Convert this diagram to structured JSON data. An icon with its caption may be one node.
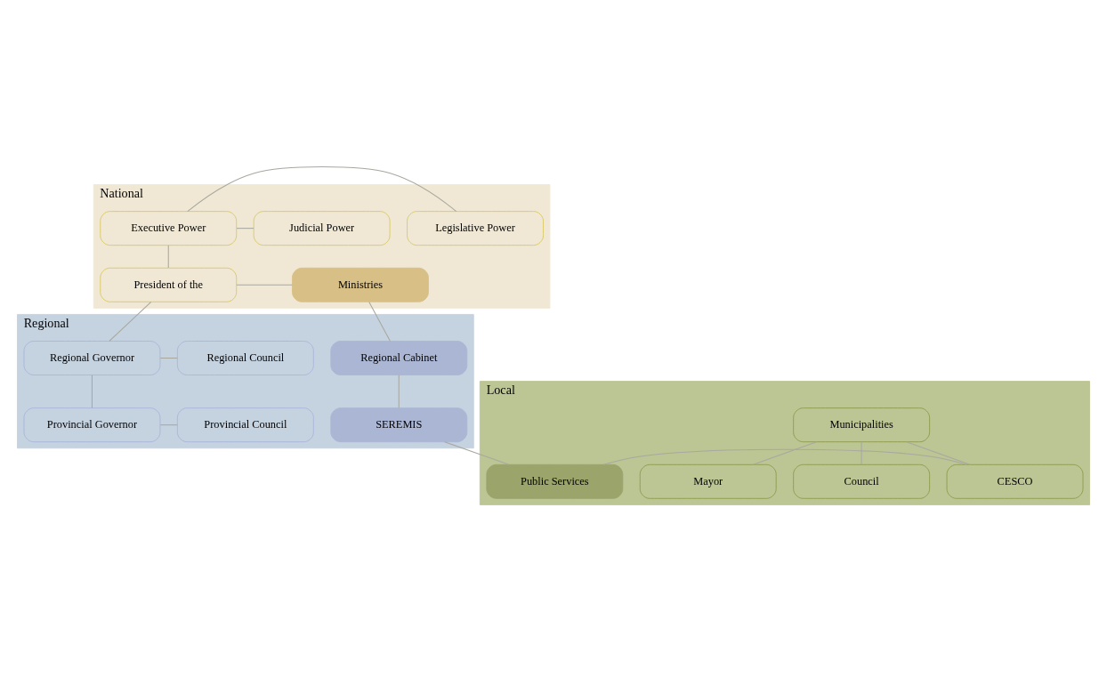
{
  "diagram": {
    "nodes": [
      {
        "text": [
          "National"
        ]
      },
      {
        "text": [
          "Legislative Power"
        ],
        "in": 0
      },
      {
        "text": [
          "Executive Power"
        ],
        "in": 0
      },
      {
        "text": [
          "Judicial Power"
        ],
        "in": 0
      },
      {
        "text": [
          "President of the"
        ],
        "in": 0
      },
      {
        "text": [
          "Ministries"
        ],
        "in": 0
      },
      {
        "text": [
          "Regional"
        ]
      },
      {
        "text": [
          "Regional Council"
        ],
        "in": 6
      },
      {
        "text": [
          "Regional Governor"
        ],
        "in": 6
      },
      {
        "text": [
          "Provincial Council"
        ],
        "in": 6
      },
      {
        "text": [
          "Provincial Governor"
        ],
        "in": 6
      },
      {
        "text": [
          "Regional Cabinet"
        ],
        "in": 6
      },
      {
        "text": [
          "SEREMIS"
        ],
        "in": 6
      },
      {
        "text": [
          "Local"
        ]
      },
      {
        "text": [
          "Municipalities"
        ],
        "in": 13
      },
      {
        "text": [
          "Mayor"
        ],
        "in": 13
      },
      {
        "text": [
          "Council"
        ],
        "in": 13
      },
      {
        "text": [
          "CESCO"
        ],
        "in": 13
      },
      {
        "text": [
          "Public Services"
        ],
        "in": 13
      }
    ],
    "edges": [
      {
        "from": 2,
        "to": 1,
        "arrow": "none"
      },
      {
        "from": 2,
        "to": 3,
        "arrow": "none"
      },
      {
        "from": 2,
        "to": 4,
        "arrow": "none"
      },
      {
        "from": 4,
        "to": 5,
        "arrow": "none"
      },
      {
        "from": 4,
        "to": 8,
        "arrow": "none"
      },
      {
        "from": 7,
        "to": 8,
        "arrow": "none"
      },
      {
        "from": 8,
        "to": 10,
        "arrow": "none"
      },
      {
        "from": 9,
        "to": 10,
        "arrow": "none"
      },
      {
        "from": 14,
        "to": 15,
        "arrow": "none"
      },
      {
        "from": 14,
        "to": 16,
        "arrow": "none"
      },
      {
        "from": 14,
        "to": 17,
        "arrow": "none"
      },
      {
        "from": 5,
        "to": 11,
        "arrow": "none"
      },
      {
        "from": 11,
        "to": 12,
        "arrow": "none"
      },
      {
        "from": 12,
        "to": 18,
        "arrow": "none"
      },
      {
        "from": 17,
        "to": 18,
        "arrow": "none"
      }
    ]
  }
}
